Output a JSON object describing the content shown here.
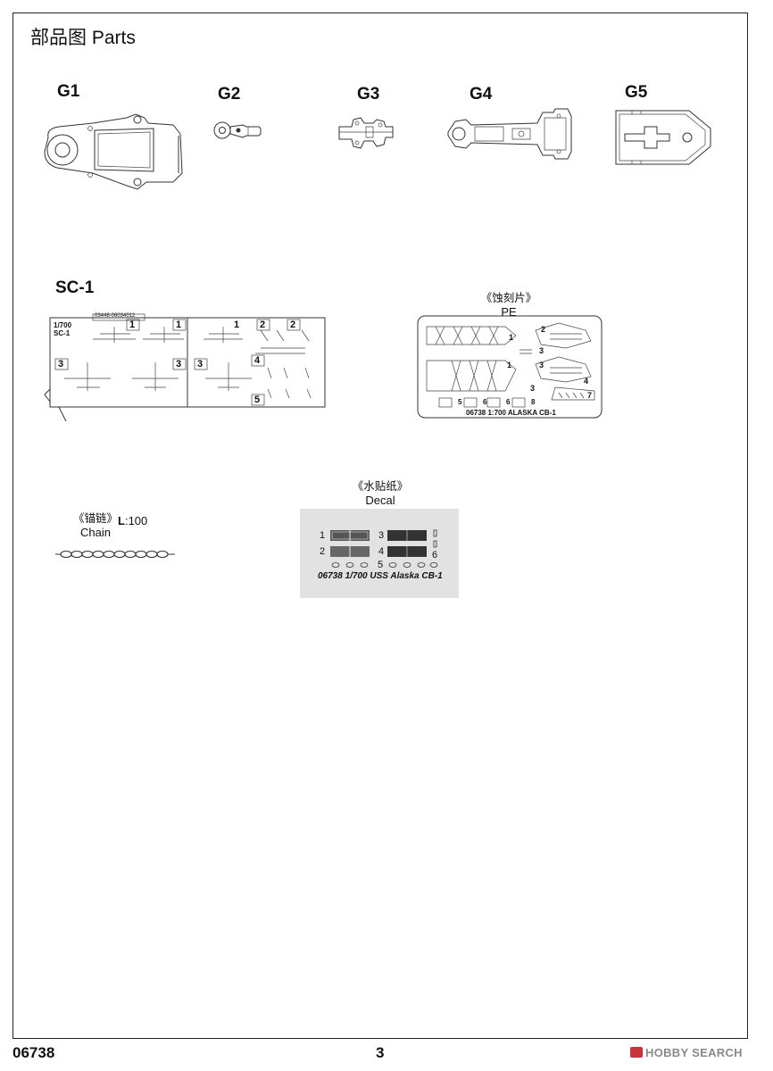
{
  "page": {
    "title": "部品图  Parts",
    "footer_code": "06738",
    "page_number": "3",
    "watermark": "HOBBY SEARCH"
  },
  "parts": [
    {
      "label": "G1"
    },
    {
      "label": "G2"
    },
    {
      "label": "G3"
    },
    {
      "label": "G4"
    },
    {
      "label": "G5"
    }
  ],
  "sprue": {
    "label": "SC-1",
    "scale_text": "1/700",
    "code_text": "SC-1",
    "part_code": "03448-06034012",
    "numbers": [
      "1",
      "1",
      "1",
      "2",
      "2",
      "3",
      "3",
      "3",
      "4",
      "5"
    ]
  },
  "pe": {
    "caption_cn": "《蚀刻片》",
    "caption_en": "PE",
    "footer_text": "06738  1:700  ALASKA CB-1",
    "numbers": [
      "1",
      "2",
      "3",
      "3",
      "4",
      "7",
      "1",
      "3",
      "5",
      "6",
      "6",
      "8"
    ]
  },
  "decal": {
    "caption_cn": "《水贴纸》",
    "caption_en": "Decal",
    "footer_text": "06738  1/700  USS Alaska CB-1",
    "numbers": [
      "1",
      "2",
      "3",
      "4",
      "5",
      "6"
    ]
  },
  "chain": {
    "caption_cn": "《锚链》",
    "caption_en": "Chain",
    "length_label": "L",
    "length_value": ":100"
  },
  "colors": {
    "decal_bg": "#e2e2e2",
    "frame": "#222222",
    "watermark_logo": "#c9343a"
  }
}
